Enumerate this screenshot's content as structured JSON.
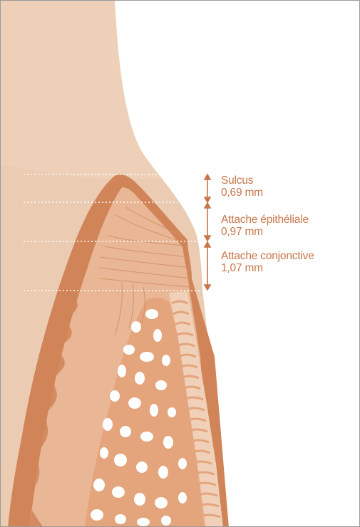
{
  "colors": {
    "background": "#ffffff",
    "gingiva": "#ebcbb1",
    "crown": "#f1d5bf",
    "epithelium": "#d08458",
    "bone": "#e4a47c",
    "periodontium": "#f0d0b8",
    "annotation": "#c8764a",
    "frame": "#9a9a9a"
  },
  "annotations": [
    {
      "title": "Sulcus",
      "value": "0,69 mm"
    },
    {
      "title": "Attache épithéliale",
      "value": "0,97 mm"
    },
    {
      "title": "Attache conjonctive",
      "value": "1,07 mm"
    }
  ],
  "icons": {
    "arrow": "double-headed-vertical-arrow",
    "guides": "dotted-horizontal-guide-lines"
  }
}
